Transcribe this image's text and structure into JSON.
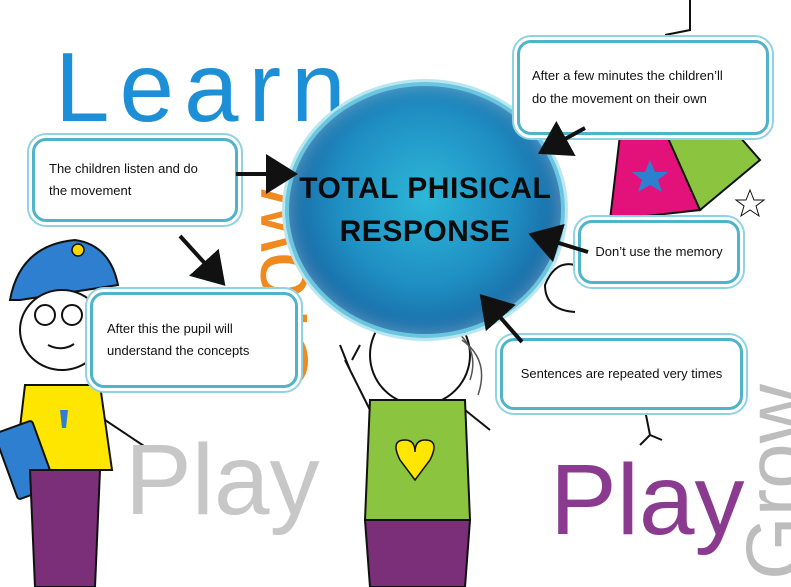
{
  "background": {
    "learn_word": "Learn",
    "play_word_left": "Play",
    "play_word_right": "Play",
    "grow_word_left": "Grow",
    "grow_word_right": "Grow",
    "colors": {
      "learn": "#1d8fd6",
      "play_left": "#c7c7c7",
      "play_right": "#8a3b8f",
      "grow_left": "#f08a1e",
      "grow_right": "#bdbdbd"
    }
  },
  "center": {
    "line1": "TOTAL",
    "line2": "PHISICAL",
    "line3": "RESPONSE"
  },
  "boxes": {
    "listen": {
      "line1": "The children listen and do",
      "line2": "the movement"
    },
    "understand": {
      "line1": "After this the pupil will",
      "line2": "understand the concepts"
    },
    "own": {
      "line1": "After a few minutes the children’ll",
      "line2": "do the movement on their own"
    },
    "memory": {
      "line1": "Don’t use the memory"
    },
    "repeated": {
      "line1": "Sentences are repeated very times"
    }
  },
  "colors": {
    "box_border": "#4fb3c9",
    "center_fill": "#1f8fc3",
    "arrow": "#111111"
  }
}
